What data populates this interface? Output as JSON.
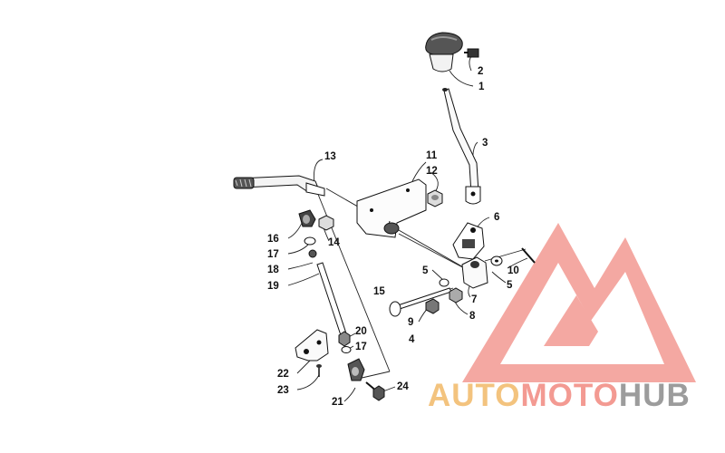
{
  "diagram": {
    "callouts": [
      {
        "id": "c1",
        "text": "1"
      },
      {
        "id": "c2",
        "text": "2"
      },
      {
        "id": "c3",
        "text": "3"
      },
      {
        "id": "c4",
        "text": "4"
      },
      {
        "id": "c5a",
        "text": "5"
      },
      {
        "id": "c5b",
        "text": "5"
      },
      {
        "id": "c6",
        "text": "6"
      },
      {
        "id": "c7",
        "text": "7"
      },
      {
        "id": "c8",
        "text": "8"
      },
      {
        "id": "c9",
        "text": "9"
      },
      {
        "id": "c10",
        "text": "10"
      },
      {
        "id": "c11",
        "text": "11"
      },
      {
        "id": "c12",
        "text": "12"
      },
      {
        "id": "c13",
        "text": "13"
      },
      {
        "id": "c14",
        "text": "14"
      },
      {
        "id": "c15",
        "text": "15"
      },
      {
        "id": "c16",
        "text": "16"
      },
      {
        "id": "c17a",
        "text": "17"
      },
      {
        "id": "c17b",
        "text": "17"
      },
      {
        "id": "c18",
        "text": "18"
      },
      {
        "id": "c19",
        "text": "19"
      },
      {
        "id": "c20",
        "text": "20"
      },
      {
        "id": "c21",
        "text": "21"
      },
      {
        "id": "c22",
        "text": "22"
      },
      {
        "id": "c23",
        "text": "23"
      },
      {
        "id": "c24",
        "text": "24"
      }
    ]
  },
  "watermark": {
    "part1": "AUTO",
    "part2": "MOTO",
    "part3": "HUB",
    "colors": {
      "auto": "#f3c37e",
      "moto": "#f39a92",
      "hub": "#9c9c9c",
      "triangle": "#f39a92"
    }
  }
}
